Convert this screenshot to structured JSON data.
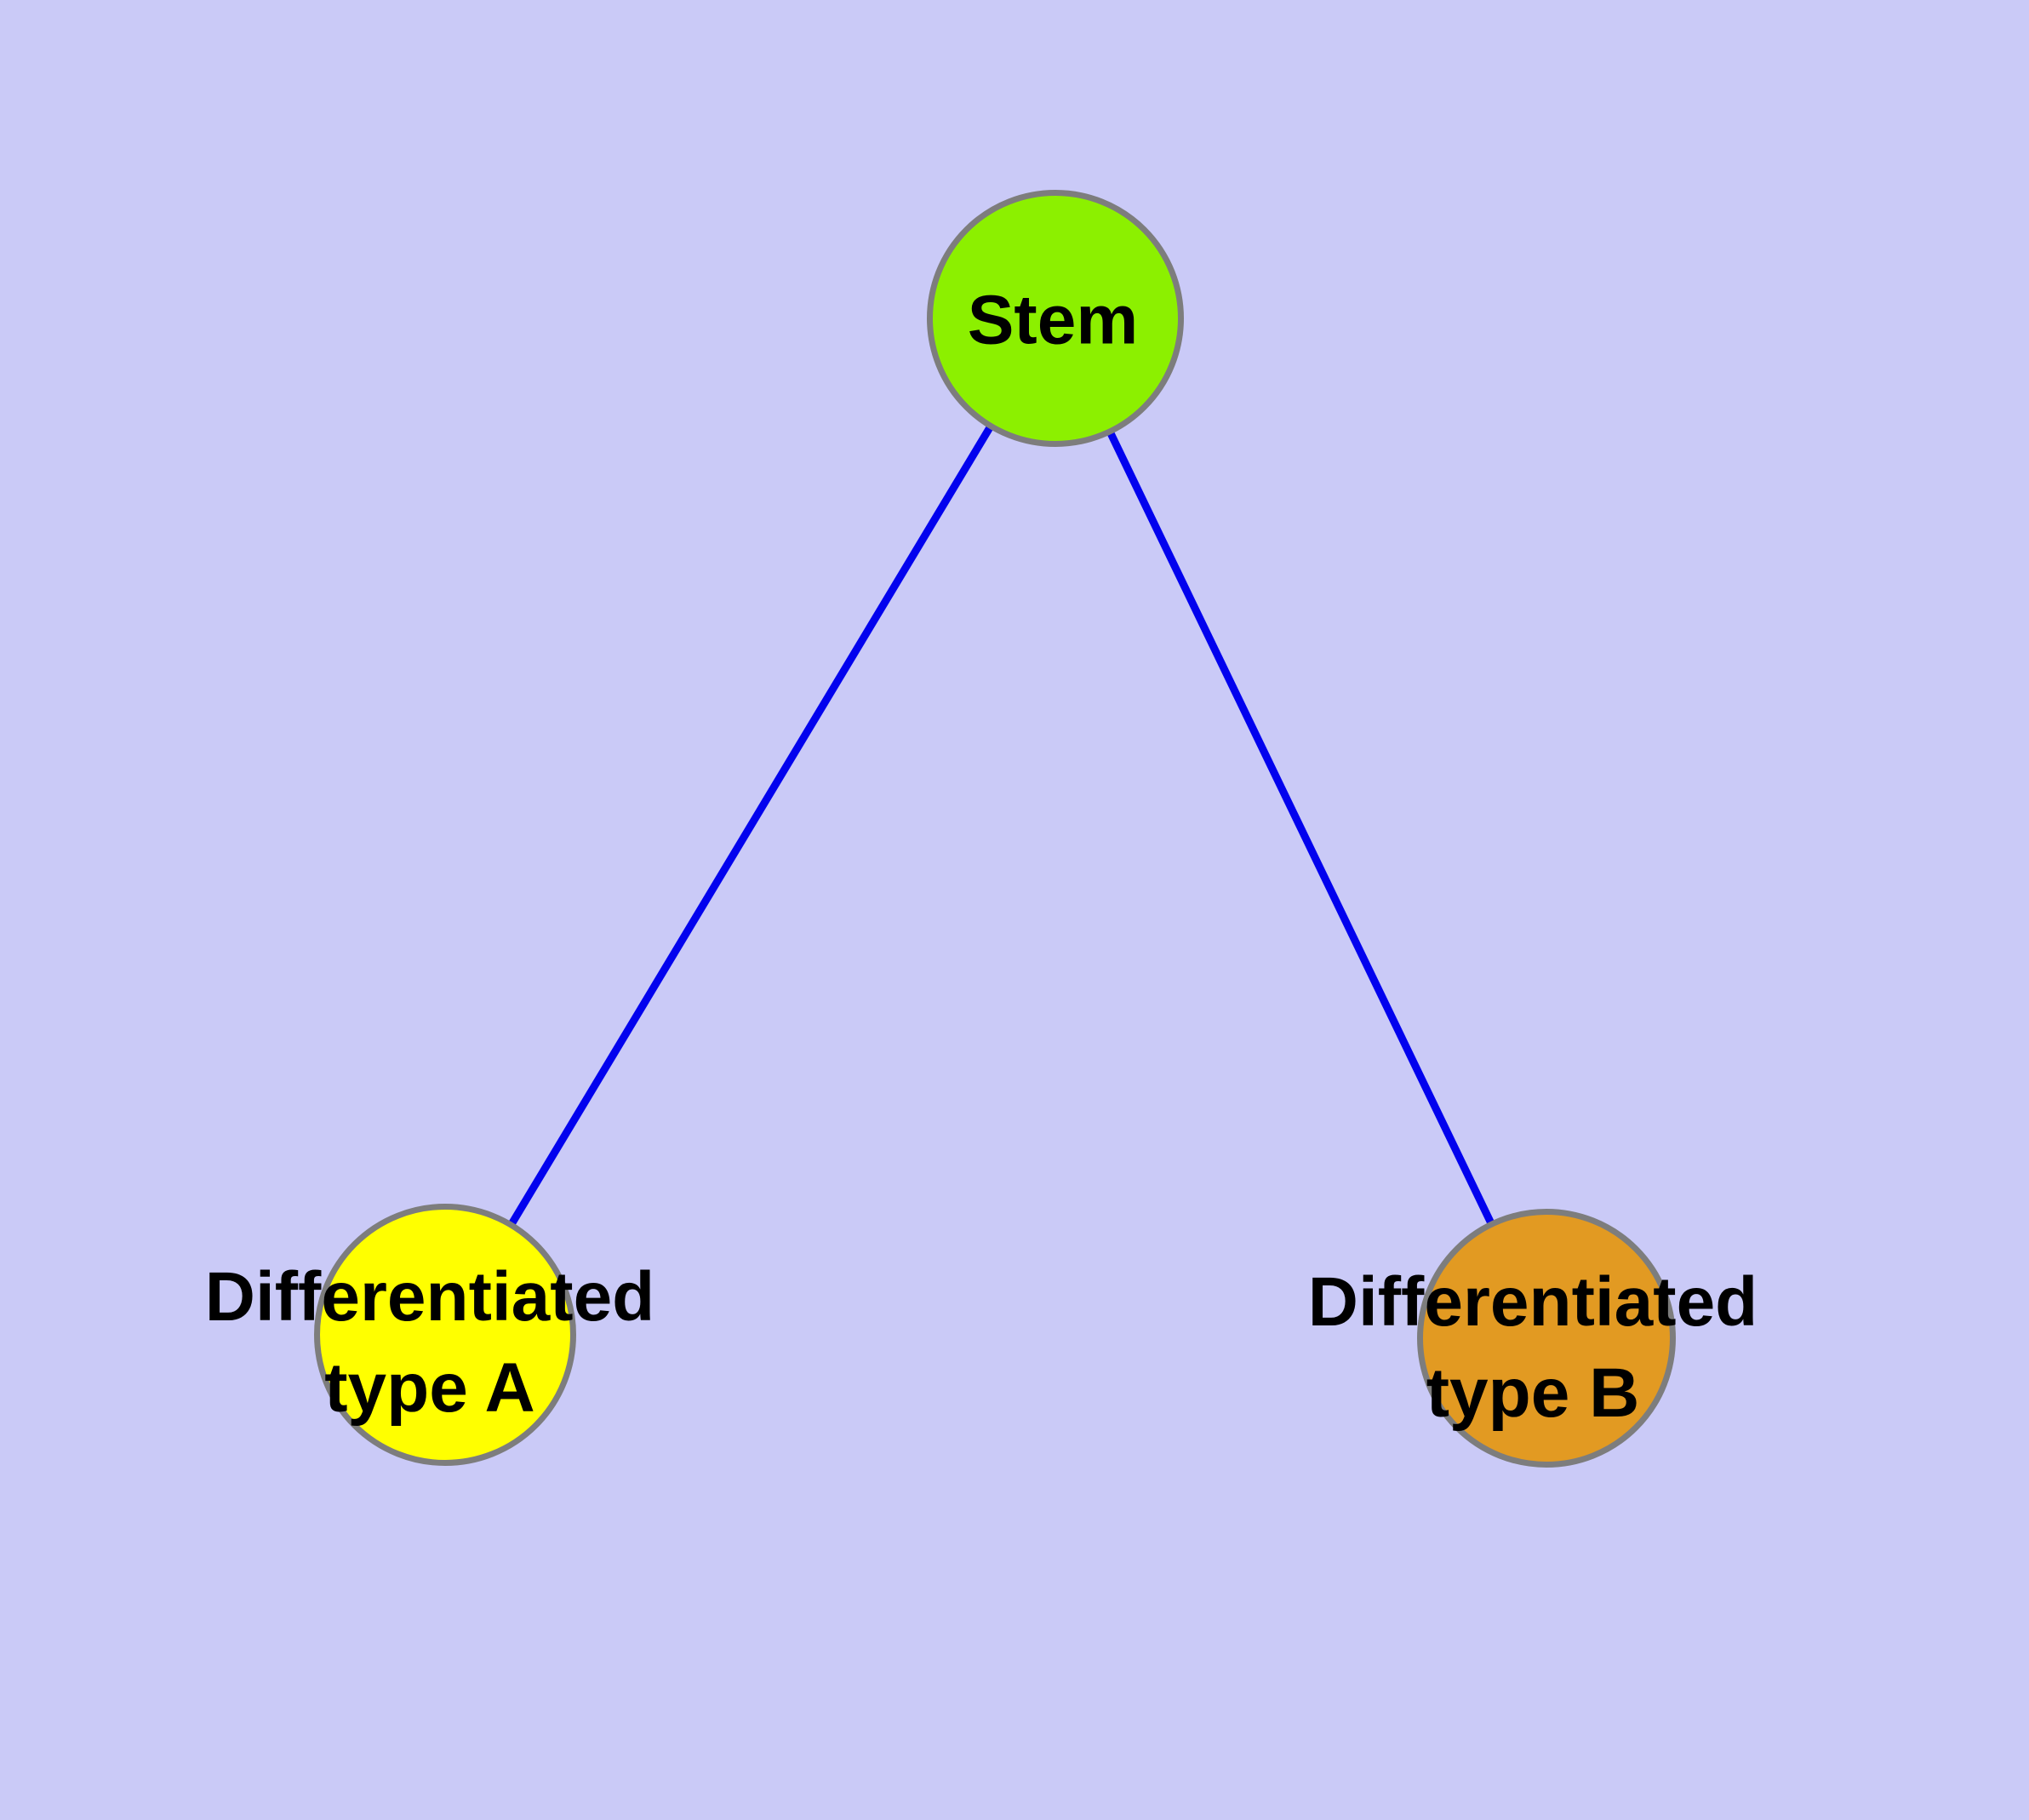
{
  "figure": {
    "type": "graph-diagram",
    "background_color": "#CACAF7",
    "edge_color": "#0202EE",
    "node_border_color": "#7D7D7D",
    "label_color": "#000000"
  },
  "nodes": [
    {
      "id": "stem",
      "label": "Stem",
      "label_lines": [
        "Stem"
      ],
      "fill": "#8CF000"
    },
    {
      "id": "differentiated-type-a",
      "label": "Differentiated type A",
      "label_lines": [
        "Differentiated",
        "type A"
      ],
      "fill": "#FFFF00"
    },
    {
      "id": "differentiated-type-b",
      "label": "Differentiated type B",
      "label_lines": [
        "Differentiated",
        "type B"
      ],
      "fill": "#E29A22"
    }
  ],
  "edges": [
    {
      "from": "stem",
      "to": "differentiated-type-a"
    },
    {
      "from": "stem",
      "to": "differentiated-type-b"
    }
  ]
}
